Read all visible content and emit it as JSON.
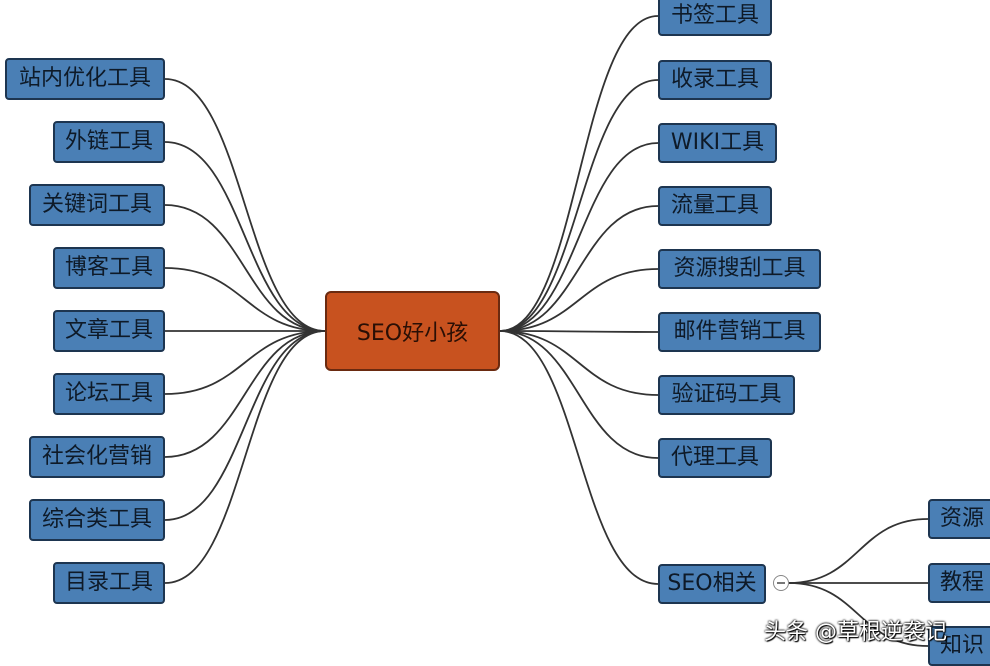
{
  "center": {
    "label": "SEO好小孩"
  },
  "left_nodes": [
    {
      "label": "站内优化工具"
    },
    {
      "label": "外链工具"
    },
    {
      "label": "关键词工具"
    },
    {
      "label": "博客工具"
    },
    {
      "label": "文章工具"
    },
    {
      "label": "论坛工具"
    },
    {
      "label": "社会化营销"
    },
    {
      "label": "综合类工具"
    },
    {
      "label": "目录工具"
    }
  ],
  "right_nodes": [
    {
      "label": "书签工具"
    },
    {
      "label": "收录工具"
    },
    {
      "label": "WIKI工具"
    },
    {
      "label": "流量工具"
    },
    {
      "label": "资源搜刮工具"
    },
    {
      "label": "邮件营销工具"
    },
    {
      "label": "验证码工具"
    },
    {
      "label": "代理工具"
    },
    {
      "label": "SEO相关"
    }
  ],
  "seo_children": [
    {
      "label": "资源"
    },
    {
      "label": "教程"
    },
    {
      "label": "知识"
    }
  ],
  "watermark": "头条 @草根逆袭记",
  "colors": {
    "node": "#4a7fb5",
    "center": "#c8521f",
    "line": "#333333"
  }
}
